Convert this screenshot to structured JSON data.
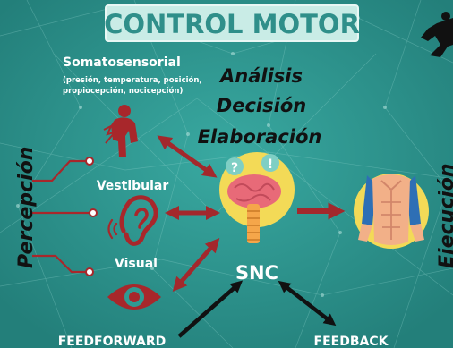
{
  "title": "CONTROL MOTOR",
  "somatosensorial": {
    "label": "Somatosensorial",
    "detail_line1": "(presión, temperatura, posición,",
    "detail_line2": "propiocepción, nocicepción)"
  },
  "processing": [
    "Análisis",
    "Decisión",
    "Elaboración"
  ],
  "senses": {
    "vestibular": "Vestibular",
    "visual": "Visual"
  },
  "left_label": "Percepción",
  "right_label": "Ejecución",
  "center_label": "SNC",
  "bottom_left_label": "FEEDFORWARD",
  "bottom_right_label": "FEEDBACK",
  "icons": {
    "person": "person-pain-icon",
    "ear": "ear-icon",
    "eye": "eye-icon",
    "brain": "brain-spine-icon",
    "muscle": "muscle-torso-icon",
    "figure": "dancer-silhouette-icon"
  },
  "colors": {
    "background": "#2f9a93",
    "title_box": "#c9ece6",
    "title_text": "#2f8f8a",
    "arrow_red": "#a3282c",
    "icon_red": "#a8272b",
    "brain": "#e86a78",
    "spine": "#f5a64a",
    "halo": "#f3da57",
    "skin": "#f2b088"
  }
}
